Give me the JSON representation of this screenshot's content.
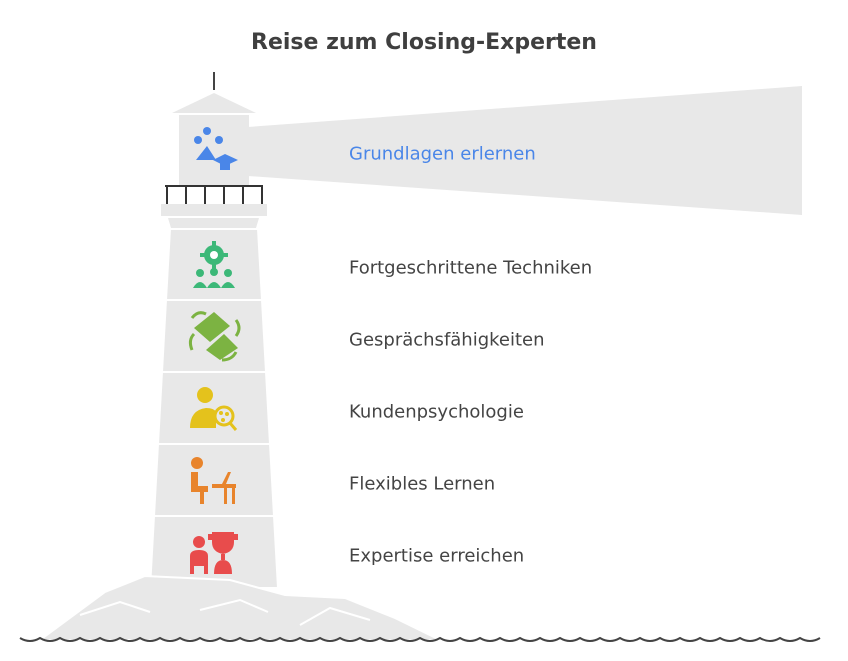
{
  "title": "Reise zum Closing-Experten",
  "levels": [
    {
      "label": "Grundlagen erlernen",
      "icon": "learning-group-icon",
      "color": "#4a86e8"
    },
    {
      "label": "Fortgeschrittene Techniken",
      "icon": "team-gear-icon",
      "color": "#3cb878"
    },
    {
      "label": "Gesprächsfähigkeiten",
      "icon": "handshake-icon",
      "color": "#7cb342"
    },
    {
      "label": "Kundenpsychologie",
      "icon": "person-analysis-icon",
      "color": "#e4c21c"
    },
    {
      "label": "Flexibles Lernen",
      "icon": "person-desk-icon",
      "color": "#e8842c"
    },
    {
      "label": "Expertise erreichen",
      "icon": "person-trophy-icon",
      "color": "#e84c4c"
    }
  ],
  "colors": {
    "tower": "#e8e8e8",
    "outline": "#ffffff",
    "text": "#444444",
    "highlight": "#4a86e8"
  }
}
